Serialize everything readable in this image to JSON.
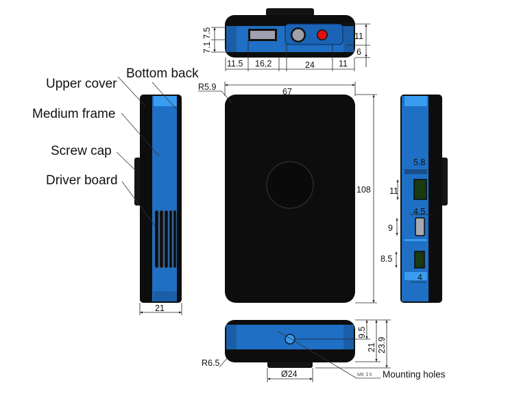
{
  "colors": {
    "body": "#0d0d0d",
    "blue": "#1f6fc4",
    "light_blue": "#3a9cf0",
    "red_port": "#e01010",
    "green_port": "#1a3a12",
    "grey_port": "#a8a8b0"
  },
  "labels": {
    "upper_cover": "Upper cover",
    "bottom_back": "Bottom back",
    "medium_frame": "Medium frame",
    "screw_cap": "Screw cap",
    "driver_board": "Driver board",
    "mounting_holes": "Mounting holes",
    "thread_spec": "M6 ↧5"
  },
  "dimensions": {
    "top": {
      "h_upper": "7.5",
      "h_lower": "7.1",
      "r_upper": "11",
      "r_lower": "6",
      "w1": "11.5",
      "w2": "16,2",
      "w3": "24",
      "w4": "11"
    },
    "front": {
      "width": "67",
      "height": "108",
      "radius": "R5.9"
    },
    "left": {
      "thickness": "21"
    },
    "right": {
      "port1_w": "5.8",
      "port1_h": "11",
      "port2_w": "4.5",
      "port2_h": "9",
      "port3_h": "8.5",
      "port3_w": "4"
    },
    "bottom": {
      "d1": "9.5",
      "d2": "21",
      "d3": "23.9",
      "radius": "R6.5",
      "diameter": "Ø24"
    }
  }
}
